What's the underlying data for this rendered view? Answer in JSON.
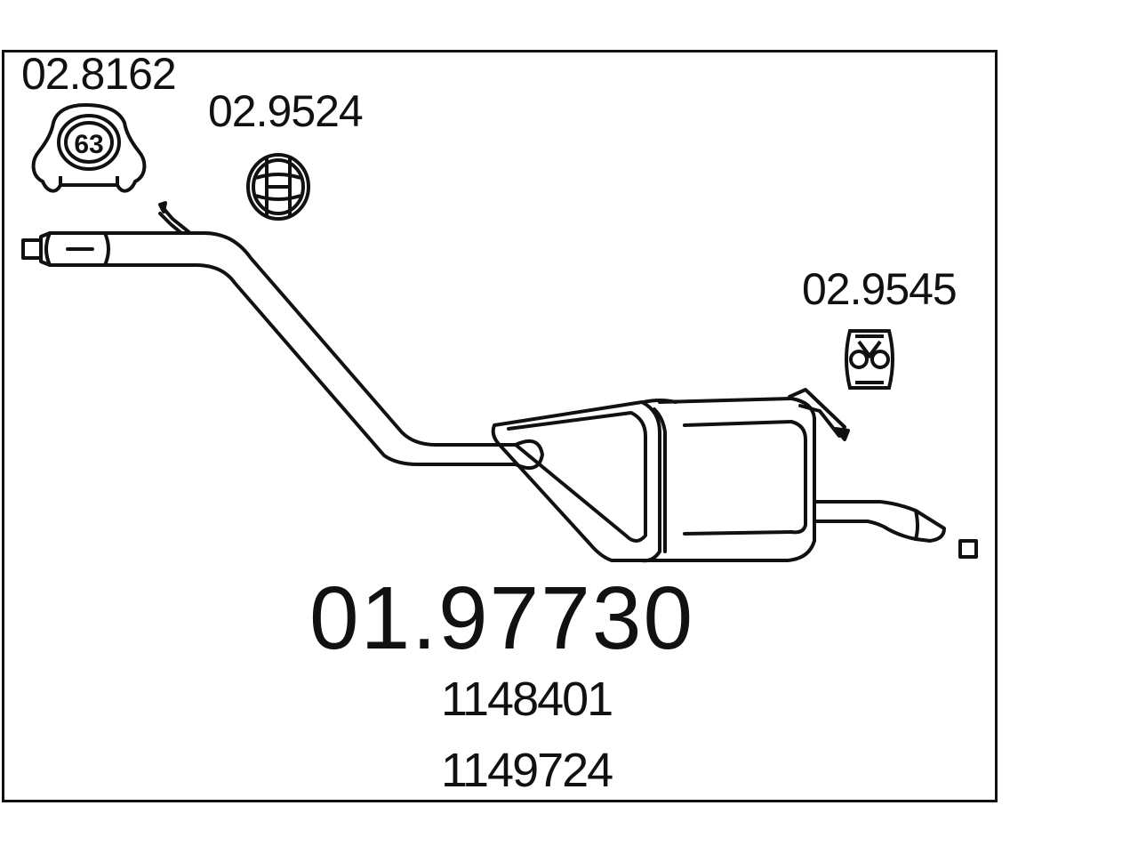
{
  "diagram": {
    "main_part_number": "01.97730",
    "oem_numbers": [
      "1148401",
      "1149724"
    ],
    "components": [
      {
        "id": "clamp",
        "part_number": "02.8162",
        "marking": "63",
        "icon": "pipe-clamp-icon"
      },
      {
        "id": "hanger-round",
        "part_number": "02.9524",
        "icon": "rubber-hanger-round-icon"
      },
      {
        "id": "hanger-rect",
        "part_number": "02.9545",
        "icon": "rubber-hanger-rect-icon"
      }
    ]
  }
}
